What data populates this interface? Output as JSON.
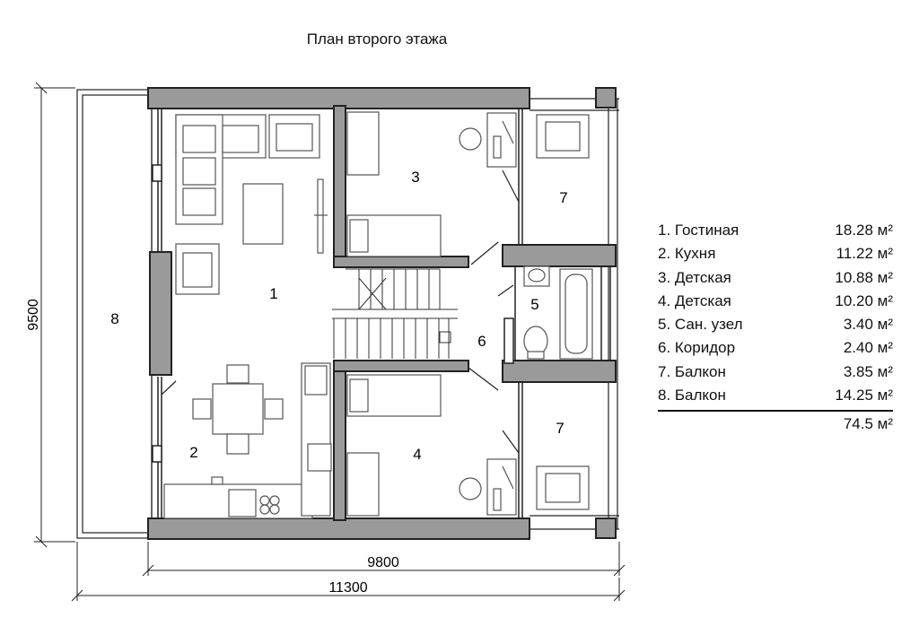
{
  "title": "План второго этажа",
  "dimensions": {
    "height": "9500",
    "inner_width": "9800",
    "outer_width": "11300"
  },
  "rooms": [
    {
      "number": "1",
      "name": "Гостиная",
      "area": "18.28 м²"
    },
    {
      "number": "2",
      "name": "Кухня",
      "area": "11.22 м²"
    },
    {
      "number": "3",
      "name": "Детская",
      "area": "10.88 м²"
    },
    {
      "number": "4",
      "name": "Детская",
      "area": "10.20 м²"
    },
    {
      "number": "5",
      "name": "Сан. узел",
      "area": "3.40 м²"
    },
    {
      "number": "6",
      "name": "Коридор",
      "area": "2.40 м²"
    },
    {
      "number": "7",
      "name": "Балкон",
      "area": "3.85 м²"
    },
    {
      "number": "8",
      "name": "Балкон",
      "area": "14.25 м²"
    }
  ],
  "legend_entries": [
    "1. Гостиная",
    "2. Кухня",
    "3. Детская",
    "4. Детская",
    "5. Сан. узел",
    "6. Коридор",
    "7. Балкон",
    "8. Балкон"
  ],
  "total_area": "74.5 м²",
  "colors": {
    "wall_fill": "#9a9a9a",
    "line": "#222222",
    "furniture": "#555555"
  }
}
